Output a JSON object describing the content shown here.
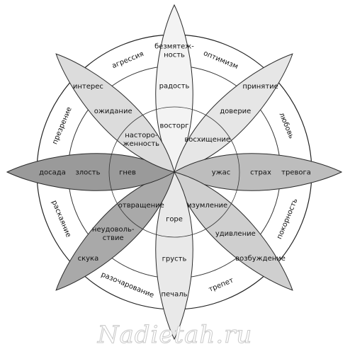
{
  "petals": [
    {
      "outer": "безмятеж-\nность",
      "middle": "радость",
      "inner": "восторг",
      "fill": "#f3f3f3",
      "dyad": "оптимизм"
    },
    {
      "outer": "принятие",
      "middle": "доверие",
      "inner": "восхищение",
      "fill": "#e6e6e6",
      "dyad": "любовь"
    },
    {
      "outer": "тревога",
      "middle": "страх",
      "inner": "ужас",
      "fill": "#bdbdbd",
      "dyad": "покорность"
    },
    {
      "outer": "возбуждение",
      "middle": "удивление",
      "inner": "изумление",
      "fill": "#cfcfcf",
      "dyad": "трепет"
    },
    {
      "outer": "печаль",
      "middle": "грусть",
      "inner": "горе",
      "fill": "#e9e9e9",
      "dyad": "разочарование"
    },
    {
      "outer": "скука",
      "middle": "неудоволь-\nствие",
      "inner": "отвращение",
      "fill": "#a9a9a9",
      "dyad": "раскаяние"
    },
    {
      "outer": "досада",
      "middle": "злость",
      "inner": "гнев",
      "fill": "#9a9a9a",
      "dyad": "презрение"
    },
    {
      "outer": "интерес",
      "middle": "ожидание",
      "inner": "насторо-\nженность",
      "fill": "#dcdcdc",
      "dyad": "агрессия"
    }
  ],
  "watermark": "Nadietah.ru"
}
